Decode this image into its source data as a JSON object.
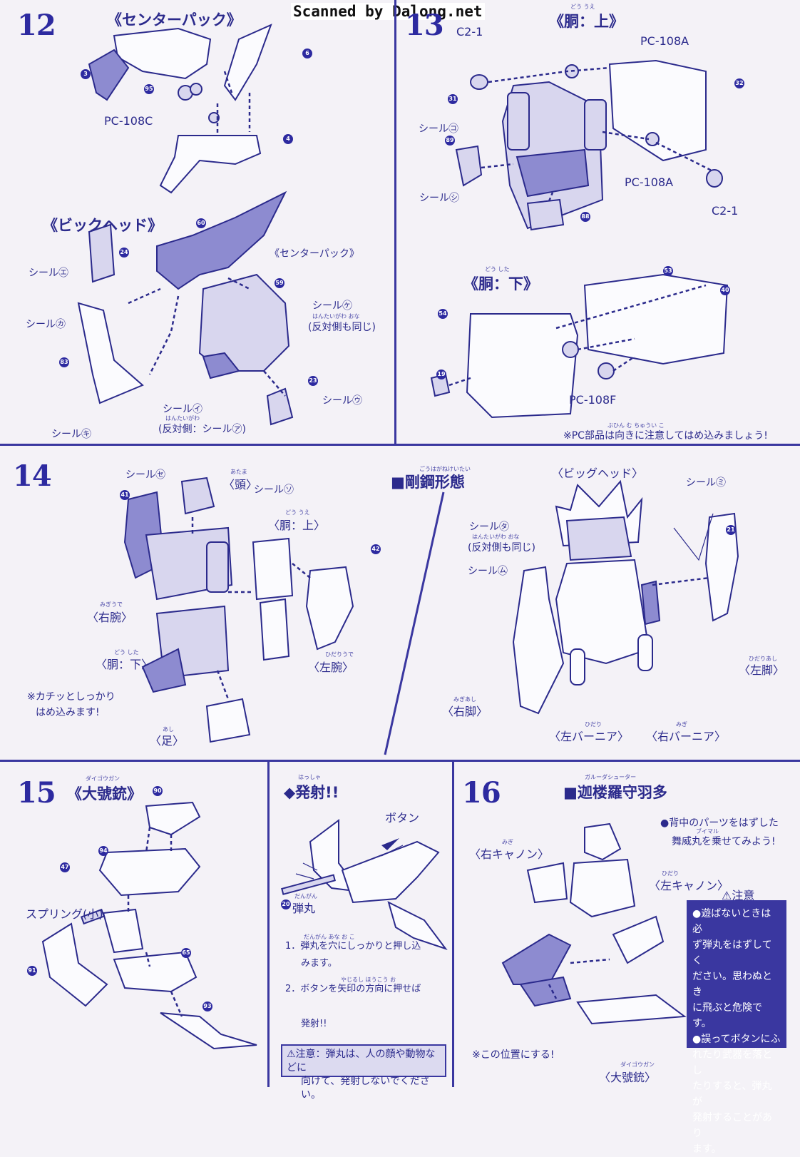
{
  "watermark": "Scanned by Dalong.net",
  "step12": {
    "number": "12",
    "title_center_pack": "《センターパック》",
    "title_big_head": "《ビックヘッド》",
    "label_pc108c": "PC-108C",
    "label_center_pack_ref": "《センターパック》",
    "seal_e": "シール㋓",
    "seal_ka": "シール㋕",
    "seal_ki": "シール㋖",
    "seal_i": "シール㋑",
    "seal_u": "シール㋒",
    "seal_ke": "シール㋘",
    "ruby_hantaigawa1": "はんたいがわ おな",
    "note_same_side": "(反対側も同じ)",
    "ruby_hantaigawa2": "はんたいがわ",
    "note_opposite_a": "(反対側：シール㋐)",
    "parts": [
      "3",
      "6",
      "95",
      "4",
      "60",
      "24",
      "59",
      "83",
      "23"
    ]
  },
  "step13": {
    "number": "13",
    "ruby_dou_ue": "どう うえ",
    "title_upper": "《胴：上》",
    "ruby_dou_shita": "どう した",
    "title_lower": "《胴：下》",
    "label_c21_top": "C2-1",
    "label_pc108a_top": "PC-108A",
    "label_pc108a_mid": "PC-108A",
    "label_c21_bottom": "C2-1",
    "label_pc108f": "PC-108F",
    "seal_ko": "シール㋙",
    "seal_shi": "シール㋛",
    "parts": [
      "31",
      "32",
      "89",
      "88",
      "53",
      "40",
      "54",
      "19"
    ],
    "ruby_note": "ぶひん む ちゅうい こ",
    "note": "※PC部品は向きに注意してはめ込みましょう!"
  },
  "step14": {
    "number": "14",
    "seal_se": "シール㋝",
    "ruby_atama": "あたま",
    "label_head": "〈頭〉",
    "seal_so": "シール㋞",
    "ruby_dou_ue": "どう うえ",
    "label_upper": "〈胴：上〉",
    "ruby_migiude": "みぎうで",
    "label_right_arm": "〈右腕〉",
    "ruby_dou_shita": "どう した",
    "label_lower": "〈胴：下〉",
    "ruby_hidariude": "ひだりうで",
    "label_left_arm": "〈左腕〉",
    "note_line1": "※カチッとしっかり",
    "note_line2": "はめ込みます!",
    "ruby_ashi": "あし",
    "label_foot": "〈足〉",
    "parts": [
      "41",
      "42"
    ]
  },
  "gohkou": {
    "ruby": "ごうはがねけいたい",
    "title": "■剛鋼形態",
    "label_big_head": "〈ビッグヘッド〉",
    "seal_mi": "シール㋯",
    "seal_ta": "シール㋟",
    "ruby_hantaigawa": "はんたいがわ おな",
    "note_same_side": "(反対側も同じ)",
    "seal_mu": "シール㋰",
    "ruby_migiashi": "みぎあし",
    "label_right_leg": "〈右脚〉",
    "ruby_hidari": "ひだり",
    "label_left_vernier": "〈左バーニア〉",
    "ruby_migi": "みぎ",
    "label_right_vernier": "〈右バーニア〉",
    "ruby_hidariashi": "ひだりあし",
    "label_left_leg": "〈左脚〉",
    "parts": [
      "21"
    ]
  },
  "step15": {
    "number": "15",
    "ruby": "ダイゴウガン",
    "title": "《大號銃》",
    "label_spring": "スプリング(小)",
    "parts": [
      "90",
      "94",
      "47",
      "65",
      "91",
      "93"
    ]
  },
  "fire": {
    "ruby": "はっしゃ",
    "title": "◆発射!!",
    "label_button": "ボタン",
    "ruby_dangan": "だんがん",
    "label_bullet": "弾丸",
    "bullet_part": "20",
    "step1_ruby": "だんがん あな お こ",
    "step1_line1": "1．弾丸を穴にしっかりと押し込",
    "step1_line2": "みます。",
    "step2_ruby": "やじるし ほうこう お",
    "step2_line1": "2．ボタンを矢印の方向に押せば",
    "step2_line2": "発射!!",
    "caution_line1": "⚠注意：弾丸は、人の顔や動物などに",
    "caution_line2": "向けて、発射しないでください。"
  },
  "step16": {
    "number": "16",
    "ruby": "ガルーダシューター",
    "title": "■迦楼羅守羽多",
    "note_line1": "●背中のパーツをはずした",
    "ruby_buimaru": "ブイマル",
    "note_line2": "舞威丸を乗せてみよう!",
    "ruby_migi": "みぎ",
    "label_right_cannon": "〈右キャノン〉",
    "ruby_hidari": "ひだり",
    "label_left_cannon": "〈左キャノン〉",
    "caution_title": "⚠注意",
    "warn_lines": [
      "●遊ばないときは必",
      "ず弾丸をはずしてく",
      "ださい。思わぬとき",
      "に飛ぶと危険です。",
      "●誤ってボタンにふ",
      "れたり武器を落とし",
      "たりすると、弾丸が",
      "発射することがあり",
      "ます。"
    ],
    "note_position": "※この位置にする!",
    "ruby_daigougan": "ダイゴウガン",
    "label_gun": "〈大號銃〉"
  }
}
